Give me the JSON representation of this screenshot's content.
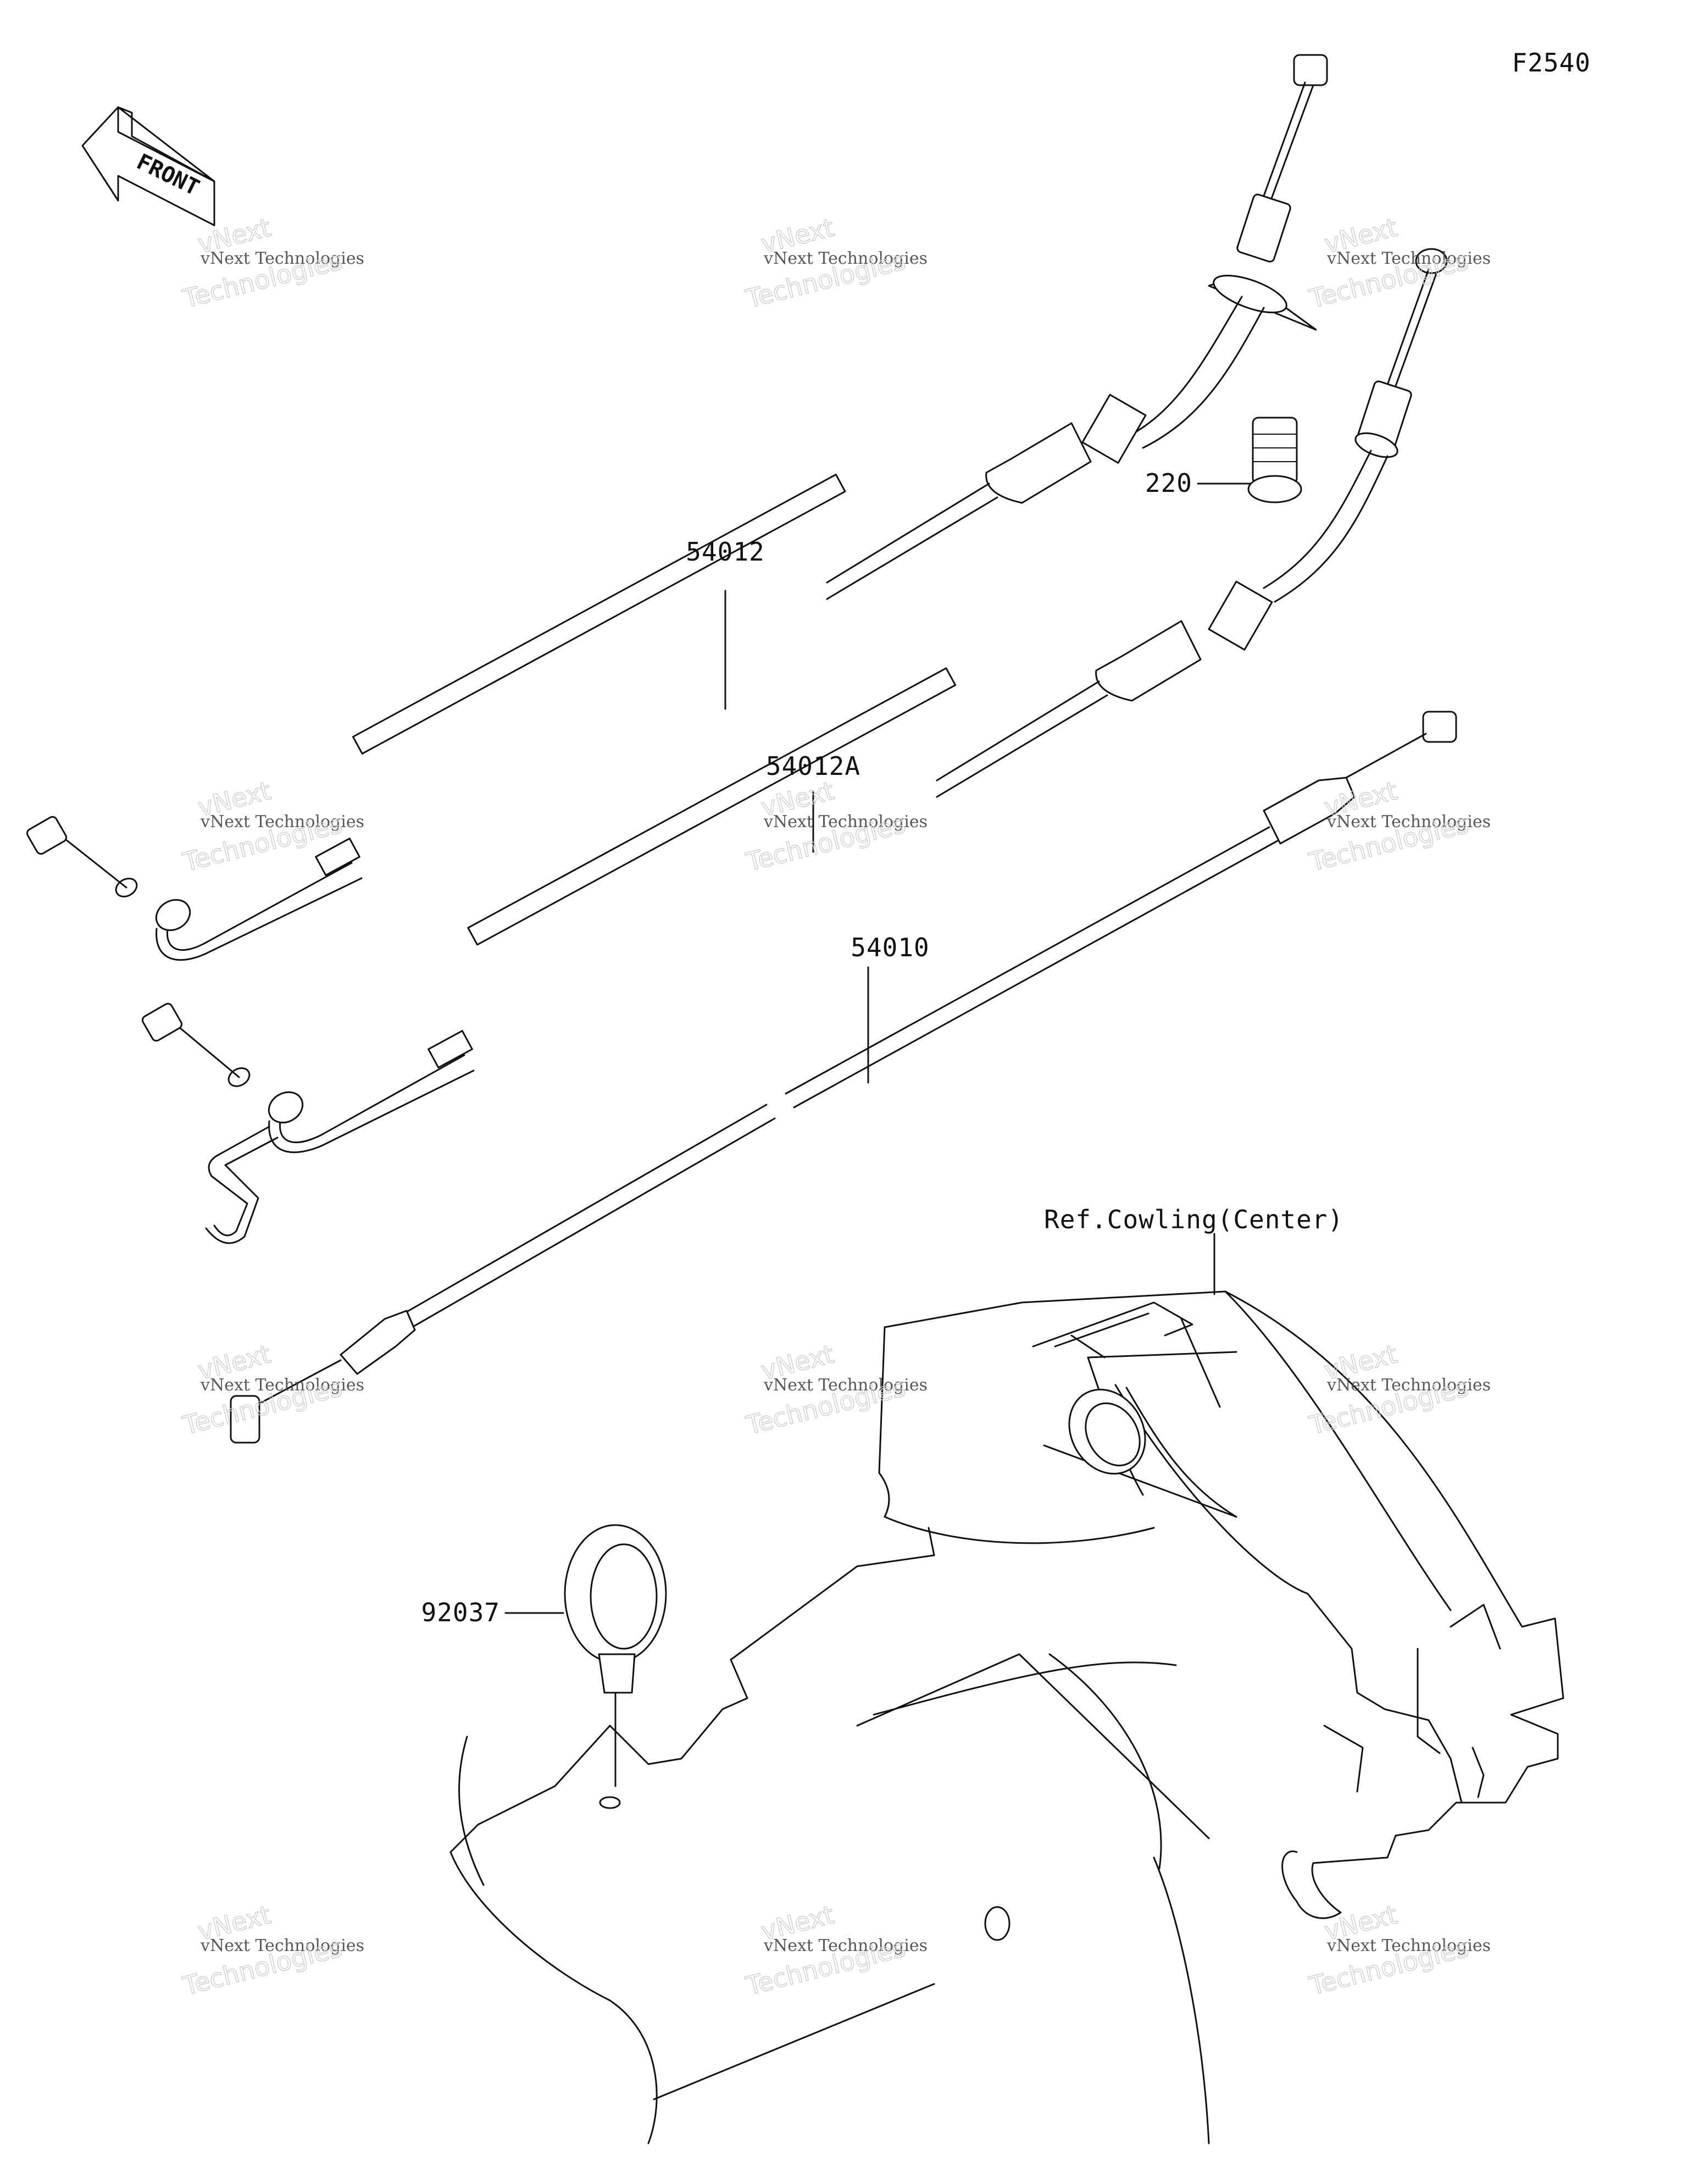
{
  "diagram": {
    "code": "F2540",
    "front_label": "FRONT",
    "watermark": {
      "line1": "vNext Technologies",
      "line2": "vNext",
      "line3": "Technologies"
    },
    "parts": [
      {
        "number": "54012",
        "name": "cable"
      },
      {
        "number": "54012A",
        "name": "cable"
      },
      {
        "number": "54010",
        "name": "cable"
      },
      {
        "number": "220",
        "name": "bolt"
      },
      {
        "number": "92037",
        "name": "clamp"
      }
    ],
    "reference_label": "Ref.Cowling(Center)",
    "colors": {
      "line": "#111111",
      "background": "#ffffff",
      "watermark": "#cfcfcf"
    }
  }
}
